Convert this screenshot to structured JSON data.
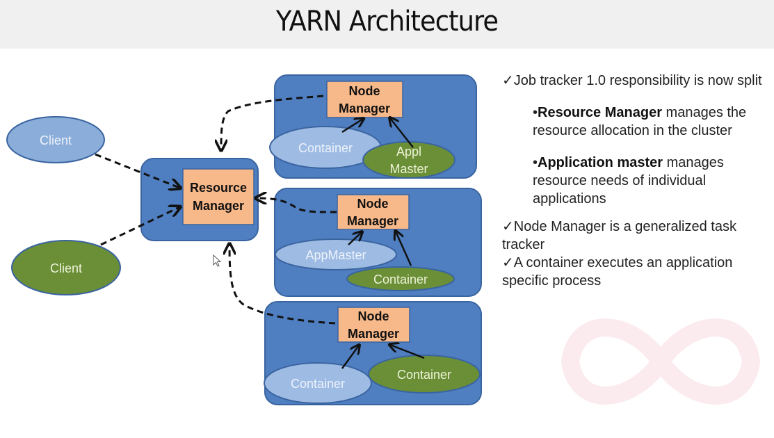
{
  "title": "YARN Architecture",
  "colors": {
    "node_box": "#4f7fc1",
    "node_box_border": "#3a64a0",
    "manager_fill": "#f8b98a",
    "client_blue": "#8aadd9",
    "client_green": "#6a8f37",
    "container_light": "#9dbbe3",
    "container_green": "#6a8f37"
  },
  "diagram": {
    "clients": [
      {
        "label": "Client",
        "color": "blue"
      },
      {
        "label": "Client",
        "color": "green"
      }
    ],
    "resource_manager": {
      "line1": "Resource",
      "line2": "Manager"
    },
    "nodes": [
      {
        "manager": {
          "line1": "Node",
          "line2": "Manager"
        },
        "left_item": {
          "label": "Container",
          "color": "light-blue"
        },
        "right_item": {
          "line1": "Appl",
          "line2": "Master",
          "color": "green"
        }
      },
      {
        "manager": {
          "line1": "Node",
          "line2": "Manager"
        },
        "left_item": {
          "label": "AppMaster",
          "color": "light-blue"
        },
        "right_item": {
          "label": "Container",
          "color": "green"
        }
      },
      {
        "manager": {
          "line1": "Node",
          "line2": "Manager"
        },
        "left_item": {
          "label": "Container",
          "color": "light-blue"
        },
        "right_item": {
          "label": "Container",
          "color": "green"
        }
      }
    ]
  },
  "notes": {
    "check": "✓",
    "bullet": "•",
    "item1": "Job tracker 1.0 responsibility is now split",
    "sub1_bold": "Resource Manager",
    "sub1_rest": " manages the resource allocation in the cluster",
    "sub2_bold": "Application master",
    "sub2_rest": " manages resource needs of individual applications",
    "item2": "Node Manager is a generalized task tracker",
    "item3": "A container executes an application specific process"
  }
}
